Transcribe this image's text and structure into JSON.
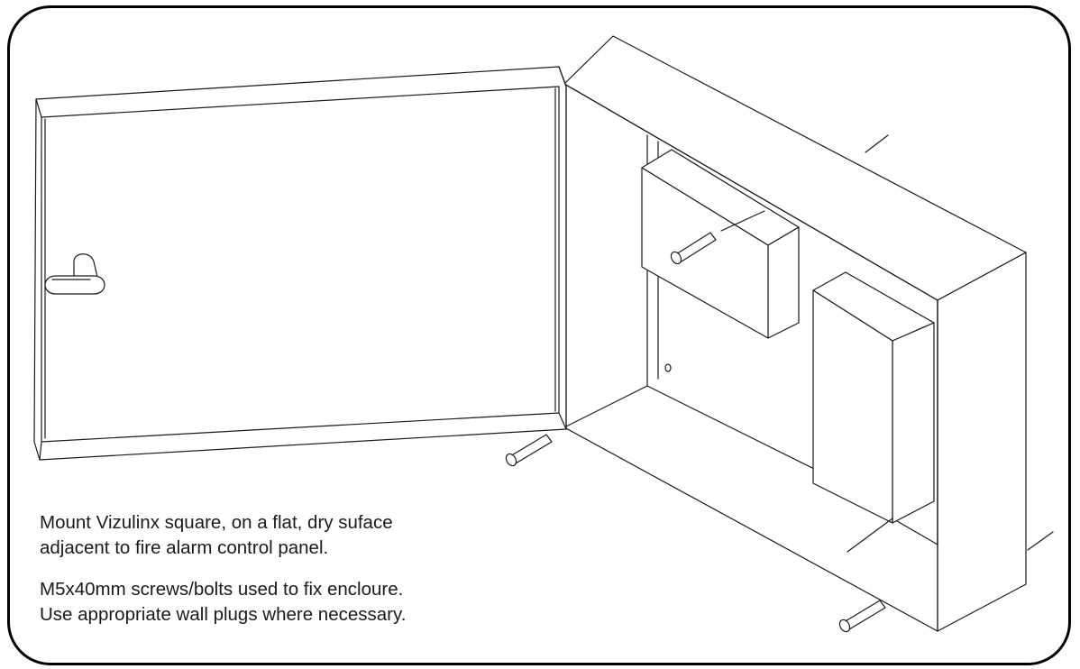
{
  "instructions": {
    "paragraph_1": {
      "line_1": "Mount Vizulinx square, on a flat, dry suface",
      "line_2": "adjacent to fire alarm control panel."
    },
    "paragraph_2": {
      "line_1": "M5x40mm screws/bolts used to fix encloure.",
      "line_2": "Use appropriate wall plugs where necessary."
    }
  },
  "colors": {
    "line": "#1a1a1a",
    "background": "#ffffff"
  }
}
